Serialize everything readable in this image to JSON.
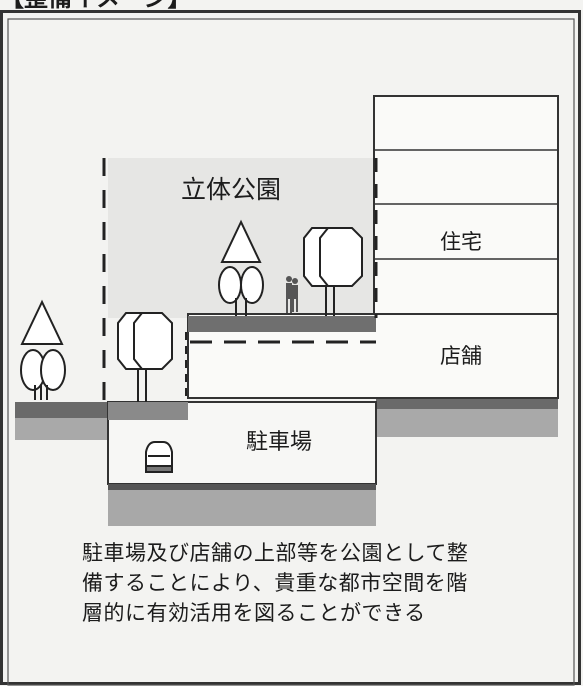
{
  "header": {
    "title_fragment": "【整備イメージ】"
  },
  "labels": {
    "park": "立体公園",
    "housing": "住宅",
    "shop": "店舗",
    "parking": "駐車場"
  },
  "caption": {
    "line1": "駐車場及び店舗の上部等を公園として整",
    "line2": "備することにより、貴重な都市空間を階",
    "line3": "層的に有効活用を図ることができる"
  }
}
